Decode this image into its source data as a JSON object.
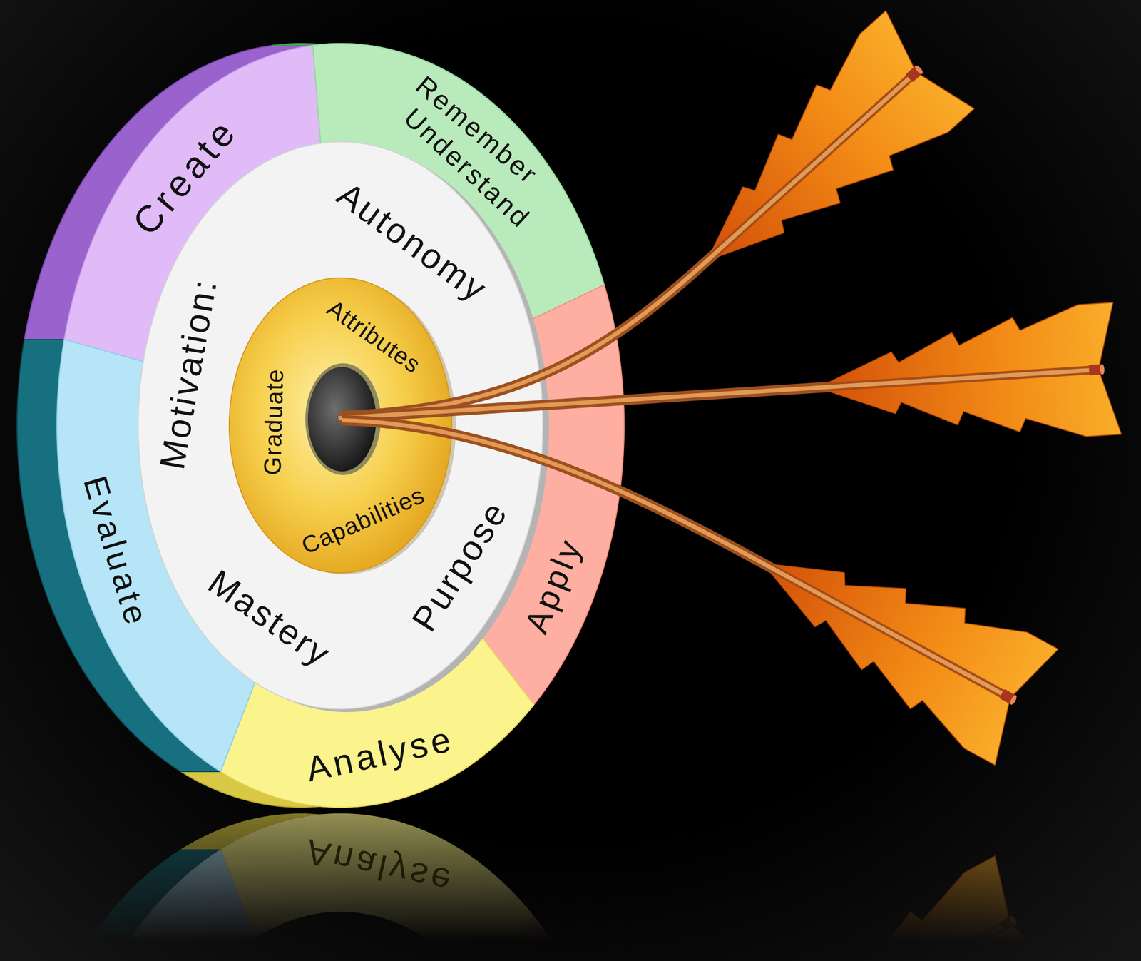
{
  "diagram": {
    "nodes": [
      {
        "text": [
          "Create"
        ]
      },
      {
        "text": [
          "Remember",
          "Understand"
        ]
      },
      {
        "text": [
          "Apply"
        ]
      },
      {
        "text": [
          "Analyse"
        ]
      },
      {
        "text": [
          "Evaluate"
        ]
      },
      {
        "text": [
          "Motivation:",
          "Autonomy",
          "Mastery",
          "Purpose"
        ]
      },
      {
        "text": [
          "Graduate",
          "Attributes",
          "Capabilities"
        ],
        "in": 5
      }
    ],
    "labels": [
      "Analyse"
    ]
  }
}
